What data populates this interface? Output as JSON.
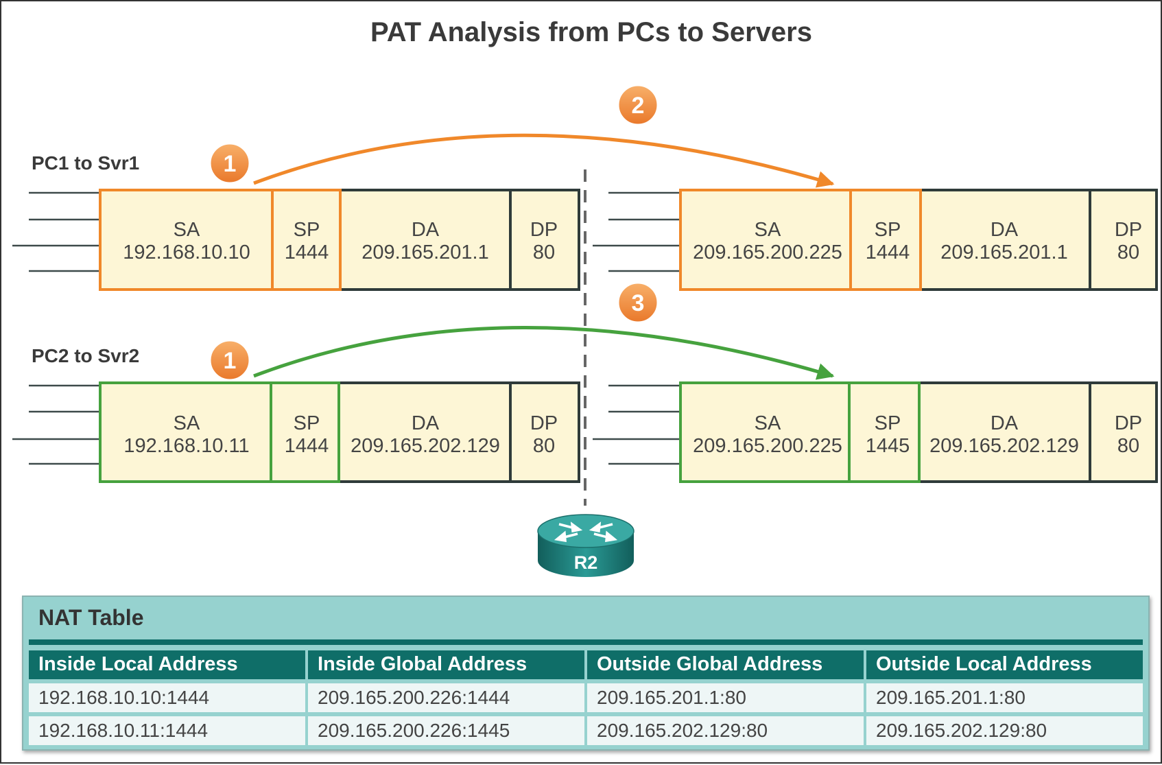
{
  "title": "PAT Analysis from PCs to Servers",
  "colors": {
    "orange": "#f0882a",
    "green": "#46a23e",
    "dark": "#2f3b3a",
    "packet_fill": "#fdf6d6",
    "badge": "#f39a4a",
    "router": "#1e7f7b",
    "table_bg": "#96d2cf",
    "table_header": "#0f6e68"
  },
  "rows": [
    {
      "label": "PC1 to Svr1",
      "accent": "orange",
      "inside": {
        "sa_name": "SA",
        "sa": "192.168.10.10",
        "sp_name": "SP",
        "sp": "1444",
        "da_name": "DA",
        "da": "209.165.201.1",
        "dp_name": "DP",
        "dp": "80"
      },
      "outside": {
        "sa_name": "SA",
        "sa": "209.165.200.225",
        "sp_name": "SP",
        "sp": "1444",
        "da_name": "DA",
        "da": "209.165.201.1",
        "dp_name": "DP",
        "dp": "80"
      }
    },
    {
      "label": "PC2 to Svr2",
      "accent": "green",
      "inside": {
        "sa_name": "SA",
        "sa": "192.168.10.11",
        "sp_name": "SP",
        "sp": "1444",
        "da_name": "DA",
        "da": "209.165.202.129",
        "dp_name": "DP",
        "dp": "80"
      },
      "outside": {
        "sa_name": "SA",
        "sa": "209.165.200.225",
        "sp_name": "SP",
        "sp": "1445",
        "da_name": "DA",
        "da": "209.165.202.129",
        "dp_name": "DP",
        "dp": "80"
      }
    }
  ],
  "badges": [
    "1",
    "2",
    "1",
    "3"
  ],
  "router": {
    "label": "R2",
    "icon": "router-icon"
  },
  "nat_table": {
    "title": "NAT Table",
    "headers": [
      "Inside Local Address",
      "Inside Global Address",
      "Outside Global Address",
      "Outside Local Address"
    ],
    "rows": [
      [
        "192.168.10.10:1444",
        "209.165.200.226:1444",
        "209.165.201.1:80",
        "209.165.201.1:80"
      ],
      [
        "192.168.10.11:1444",
        "209.165.200.226:1445",
        "209.165.202.129:80",
        "209.165.202.129:80"
      ]
    ]
  }
}
